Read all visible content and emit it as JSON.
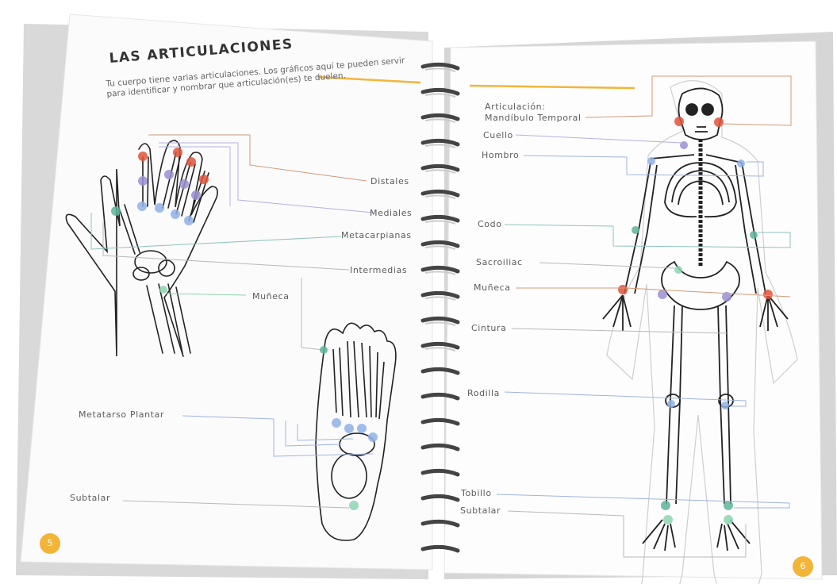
{
  "left_page": {
    "title": "LAS ARTICULACIONES",
    "intro": "Tu cuerpo tiene varias articulaciones. Los gráficos aquí te pueden servir para identificar y nombrar que articulación(es) te duelen.",
    "labels": {
      "distales": "Distales",
      "mediales": "Mediales",
      "metacarpianas": "Metacarpianas",
      "intermedias": "Intermedias",
      "muneca": "Muñeca",
      "metatarso": "Metatarso Plantar",
      "subtalar": "Subtalar"
    },
    "page_number": "5"
  },
  "right_page": {
    "labels": {
      "articulacion": "Articulación:",
      "mandibulo": "Mandíbulo Temporal",
      "cuello": "Cuello",
      "hombro": "Hombro",
      "codo": "Codo",
      "sacroiliac": "Sacroiliac",
      "muneca": "Muñeca",
      "cintura": "Cintura",
      "rodilla": "Rodilla",
      "tobillo": "Tobillo",
      "subtalar": "Subtalar"
    },
    "page_number": "6"
  },
  "colors": {
    "accent": "#f2b53a",
    "distal": "#e0533a",
    "medial": "#9a8fd1",
    "metacarpal": "#8fb0e8",
    "wrist": "#5fb39a",
    "line_orange": "#d19a78",
    "line_blue": "#9fb4e0",
    "line_teal": "#8cc4bd",
    "line_gray": "#b9b9b9"
  }
}
